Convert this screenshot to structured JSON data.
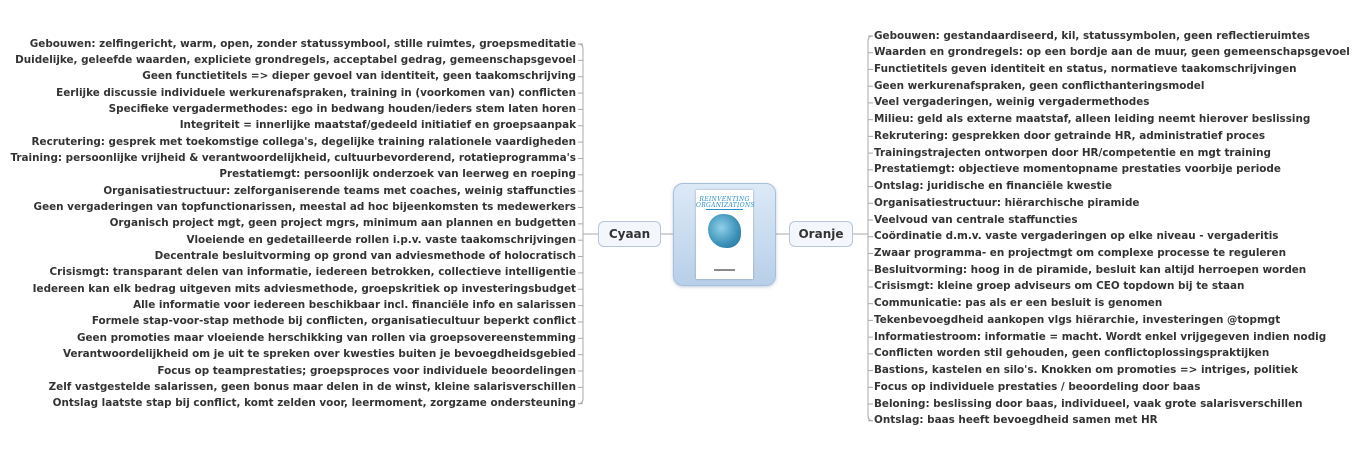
{
  "center": {
    "title_line1": "REINVENTING",
    "title_line2": "ORGANIZATIONS",
    "icon": "book-cover-image"
  },
  "branches": {
    "left": {
      "label": "Cyaan",
      "items": [
        "Gebouwen: zelfingericht, warm, open, zonder statussymbool, stille ruimtes, groepsmeditatie",
        "Duidelijke, geleefde waarden, expliciete grondregels, acceptabel gedrag, gemeenschapsgevoel",
        "Geen functietitels => dieper gevoel van identiteit, geen taakomschrijving",
        "Eerlijke discussie individuele werkurenafspraken, training in (voorkomen van) conflicten",
        "Specifieke vergadermethodes: ego in bedwang houden/ieders stem laten horen",
        "Integriteit = innerlijke maatstaf/gedeeld initiatief en groepsaanpak",
        "Recrutering: gesprek met toekomstige collega's, degelijke training ralationele vaardigheden",
        "Training: persoonlijke vrijheid & verantwoordelijkheid, cultuurbevorderend, rotatieprogramma's",
        "Prestatiemgt: persoonlijk onderzoek van leerweg en roeping",
        "Organisatiestructuur: zelforganiserende teams met coaches, weinig staffuncties",
        "Geen vergaderingen van topfunctionarissen, meestal ad hoc bijeenkomsten ts medewerkers",
        "Organisch project mgt, geen project mgrs, minimum aan plannen en budgetten",
        "Vloeiende en gedetailleerde rollen i.p.v. vaste taakomschrijvingen",
        "Decentrale besluitvorming op grond van adviesmethode of holocratisch",
        "Crisismgt: transparant delen van informatie, iedereen betrokken, collectieve intelligentie",
        "Iedereen kan elk bedrag uitgeven mits adviesmethode, groepskritiek op investeringsbudget",
        "Alle informatie voor iedereen beschikbaar incl. financiële info en salarissen",
        "Formele stap-voor-stap methode bij conflicten, organisatiecultuur beperkt conflict",
        "Geen promoties maar vloeiende herschikking van rollen via groepsovereenstemming",
        "Verantwoordelijkheid om je uit te spreken over kwesties buiten je bevoegdheidsgebied",
        "Focus op teamprestaties; groepsproces voor individuele beoordelingen",
        "Zelf vastgestelde salarissen, geen bonus maar delen in de winst, kleine salarisverschillen",
        "Ontslag laatste stap bij conflict, komt zelden voor, leermoment, zorgzame ondersteuning"
      ]
    },
    "right": {
      "label": "Oranje",
      "items": [
        "Gebouwen: gestandaardiseerd, kil, statussymbolen, geen reflectieruimtes",
        "Waarden en grondregels: op een bordje aan de muur, geen gemeenschapsgevoel",
        "Functietitels geven identiteit en status, normatieve taakomschrijvingen",
        "Geen werkurenafspraken, geen conflicthanteringsmodel",
        "Veel vergaderingen, weinig vergadermethodes",
        "Milieu: geld als externe maatstaf, alleen leiding neemt hierover beslissing",
        "Rekrutering: gesprekken door getrainde HR, administratief proces",
        "Trainingstrajecten ontworpen door HR/competentie en mgt training",
        "Prestatiemgt: objectieve momentopname prestaties voorbije periode",
        "Ontslag: juridische en financiële kwestie",
        "Organisatiestructuur: hiërarchische piramide",
        "Veelvoud van centrale staffuncties",
        "Coördinatie d.m.v. vaste vergaderingen op elke niveau - vergaderitis",
        "Zwaar programma- en projectmgt om complexe processe te reguleren",
        "Besluitvorming: hoog in de piramide, besluit kan altijd herroepen worden",
        "Crisismgt: kleine groep adviseurs om CEO topdown bij te staan",
        "Communicatie: pas als er een besluit is genomen",
        "Tekenbevoegdheid aankopen vlgs hiërarchie, investeringen @topmgt",
        "Informatiestroom: informatie = macht. Wordt enkel vrijgegeven indien nodig",
        "Conflicten worden stil gehouden, geen conflictoplossingspraktijken",
        "Bastions, kastelen en silo's. Knokken om promoties => intriges, politiek",
        "Focus op individuele prestaties / beoordeling door baas",
        "Beloning: beslissing door baas, individueel, vaak grote salarisverschillen",
        "Ontslag: baas heeft bevoegdheid samen met HR"
      ]
    }
  }
}
